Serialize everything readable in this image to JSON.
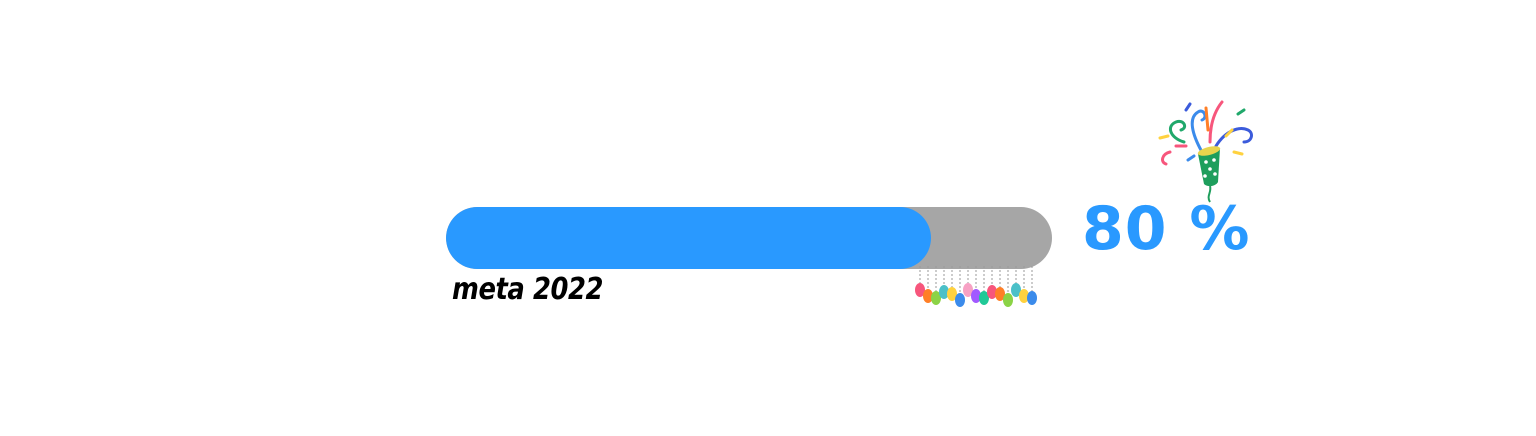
{
  "progress": {
    "caption": "meta 2022",
    "percent_text": "80 %",
    "value": 0.8,
    "fill_color": "#2999ff",
    "track_color": "#a6a6a6"
  },
  "decorations": {
    "garland_icon": "balloon-garland-icon",
    "popper_icon": "party-popper-icon",
    "balloon_colors": [
      "#f7567c",
      "#ff7f27",
      "#8bd346",
      "#4bc0c8",
      "#ffd23f",
      "#3b8beb",
      "#f7a1c4",
      "#a259ff",
      "#20c997"
    ]
  }
}
